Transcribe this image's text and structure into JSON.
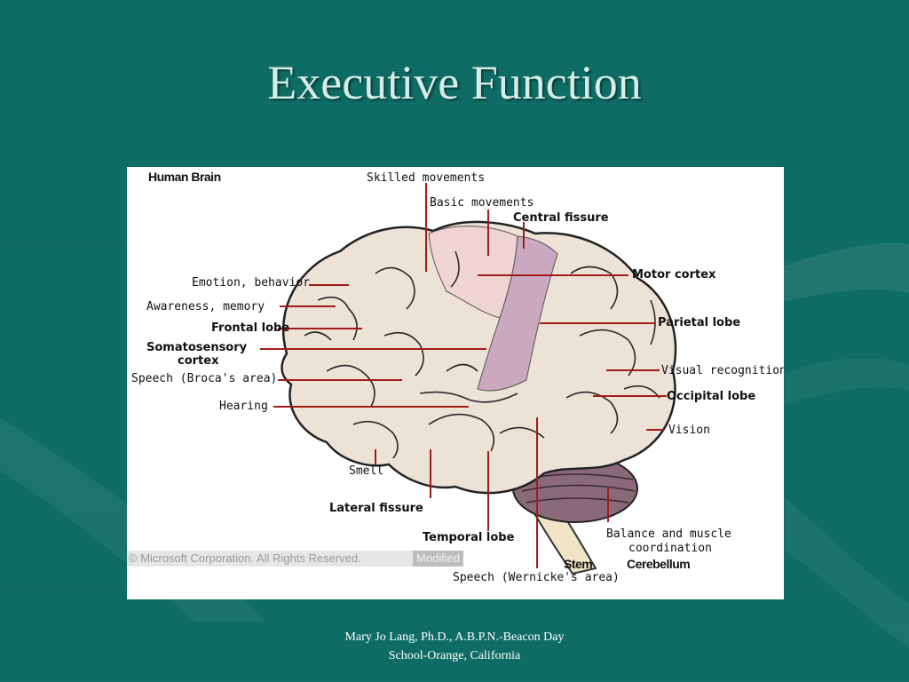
{
  "slide": {
    "title": "Executive Function",
    "footer_line1": "Mary Jo Lang, Ph.D., A.B.P.N.-Beacon Day",
    "footer_line2": "School-Orange, California"
  },
  "diagram": {
    "heading": "Human Brain",
    "labels": {
      "skilled_movements": "Skilled movements",
      "basic_movements": "Basic movements",
      "central_fissure": "Central fissure",
      "motor_cortex": "Motor cortex",
      "emotion_behavior": "Emotion, behavior",
      "awareness_memory": "Awareness, memory",
      "frontal_lobe": "Frontal lobe",
      "somatosensory_1": "Somatosensory",
      "somatosensory_2": "cortex",
      "parietal_lobe": "Parietal lobe",
      "speech_broca": "Speech (Broca's area)",
      "visual_recognition": "Visual recognition",
      "occipital_lobe": "Occipital lobe",
      "hearing": "Hearing",
      "vision": "Vision",
      "smell": "Smell",
      "lateral_fissure": "Lateral fissure",
      "balance_1": "Balance and muscle",
      "balance_2": "coordination",
      "temporal_lobe": "Temporal lobe",
      "stem": "Stem",
      "cerebellum": "Cerebellum",
      "speech_wernicke": "Speech (Wernicke's area)"
    },
    "copyright": "© Microsoft Corporation. All Rights Reserved.",
    "modified": "Modified",
    "colors": {
      "brain": "#ece2d6",
      "motor_cortex": "#c9a8c0",
      "skilled_area": "#f0d4d4",
      "cerebellum": "#8a6a78",
      "stem": "#efe4c6",
      "leader_lines": "#a21c1c"
    }
  }
}
